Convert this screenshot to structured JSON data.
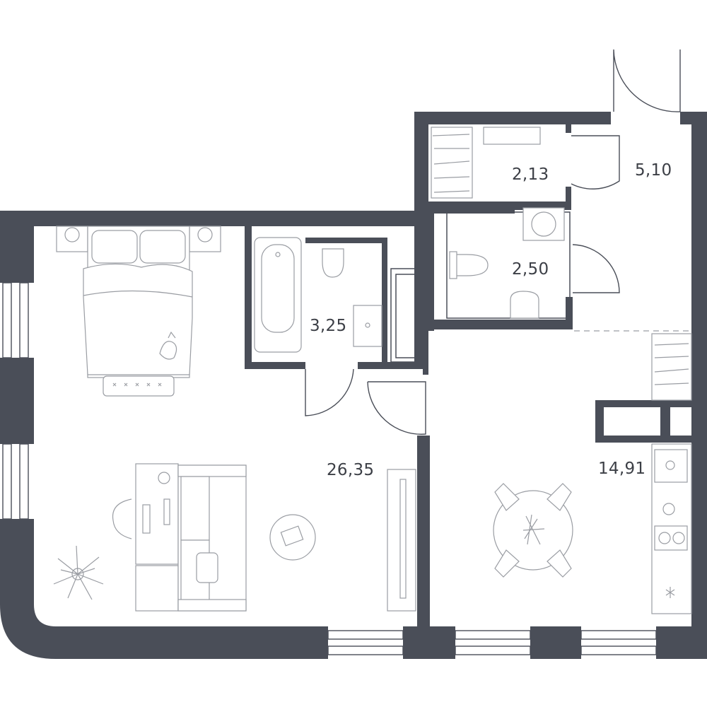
{
  "plan": {
    "wall_color": "#4a4e58",
    "furniture_color": "#9a9da3",
    "rooms": [
      {
        "id": "storage",
        "area": "2,13"
      },
      {
        "id": "hall",
        "area": "5,10"
      },
      {
        "id": "wc",
        "area": "2,50"
      },
      {
        "id": "bathroom",
        "area": "3,25"
      },
      {
        "id": "living-room",
        "area": "26,35"
      },
      {
        "id": "kitchen",
        "area": "14,91"
      }
    ]
  }
}
